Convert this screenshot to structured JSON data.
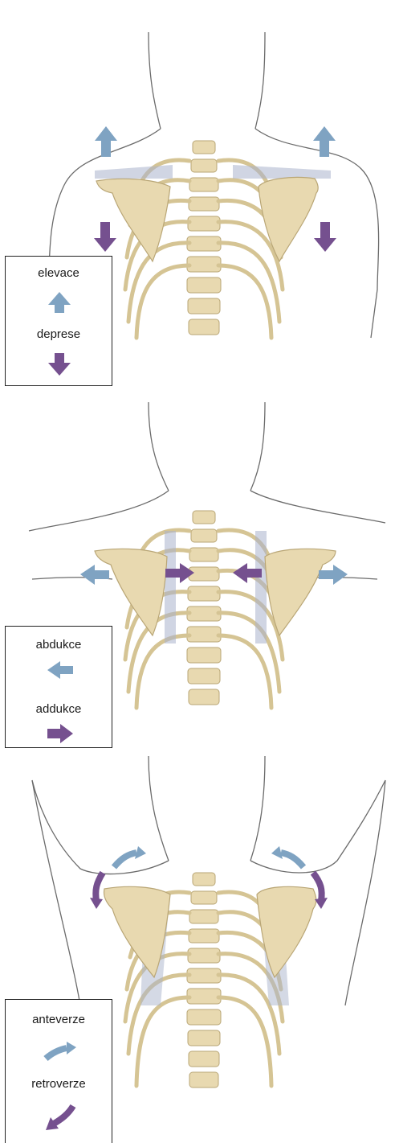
{
  "panels": [
    {
      "id": "elevation-depression",
      "legend": [
        {
          "label": "elevace",
          "arrow": "up",
          "color": "#7fa3c2"
        },
        {
          "label": "deprese",
          "arrow": "down",
          "color": "#75508f"
        }
      ]
    },
    {
      "id": "abduction-adduction",
      "legend": [
        {
          "label": "abdukce",
          "arrow": "left",
          "color": "#7fa3c2"
        },
        {
          "label": "addukce",
          "arrow": "right",
          "color": "#75508f"
        }
      ]
    },
    {
      "id": "anteversion-retroversion",
      "legend": [
        {
          "label": "anteverze",
          "arrow": "curved-up-right",
          "color": "#7fa3c2"
        },
        {
          "label": "retroverze",
          "arrow": "curved-down-left",
          "color": "#75508f"
        }
      ]
    }
  ],
  "colors": {
    "bone": "#e8d9b0",
    "bone_stroke": "#b9a676",
    "outline": "#6b6b6b",
    "blue_arrow": "#7fa3c2",
    "purple_arrow": "#75508f",
    "shadow_overlay": "#aab3cc"
  }
}
